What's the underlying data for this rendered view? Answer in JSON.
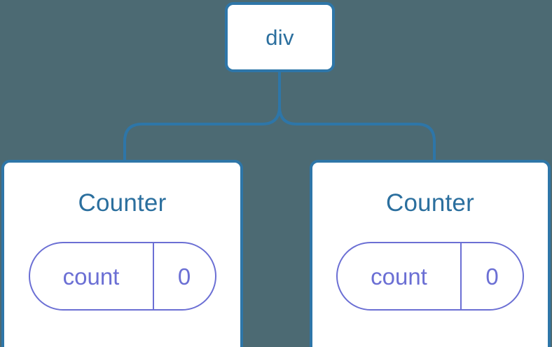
{
  "diagram": {
    "type": "component-tree",
    "background_color": "#4c6a73",
    "node_border_color": "#2e76a8",
    "node_text_color": "#2b6f9e",
    "pill_color": "#6b6fd4",
    "connector_color": "#2e76a8",
    "root": {
      "label": "div"
    },
    "children": [
      {
        "label": "Counter",
        "state": {
          "key": "count",
          "value": "0"
        }
      },
      {
        "label": "Counter",
        "state": {
          "key": "count",
          "value": "0"
        }
      }
    ]
  }
}
